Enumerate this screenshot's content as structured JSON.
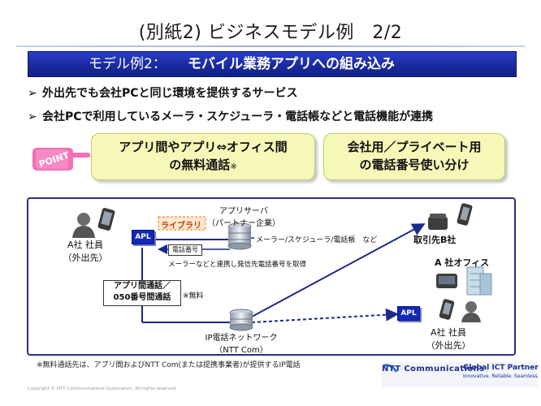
{
  "header": {
    "title": "(別紙2) ビジネスモデル例　2/2"
  },
  "banner": {
    "prefix": "モデル例2：",
    "text": "モバイル業務アプリへの組み込み"
  },
  "bullets": [
    {
      "mark": "➢",
      "text": "外出先でも会社PCと同じ環境を提供するサービス"
    },
    {
      "mark": "➢",
      "text": "会社PCで利用しているメーラ・スケジューラ・電話帳などと電話機能が連携"
    }
  ],
  "point_label": "POINT",
  "features": [
    {
      "line1": "アプリ間やアプリ⇔オフィス間",
      "line2": "の無料通話",
      "note": "※"
    },
    {
      "line1": "会社用／プライベート用",
      "line2": "の電話番号使い分け"
    }
  ],
  "diagram": {
    "company_a_user": {
      "line1": "A社 社員",
      "line2": "（外出先）"
    },
    "apl_label": "APL",
    "library_label": "ライブラリ",
    "app_server": {
      "line1": "アプリサーバ",
      "line2": "（パートナー企業）"
    },
    "server_services": "メーラー/スケジューラ/電話帳　など",
    "phone_number_tag": "電話番号",
    "integration_note": "メーラーなどと連携し発信先電話番号を取得",
    "call_box": {
      "line1": "アプリ間通話／",
      "line2": "050番号間通話"
    },
    "free_note": "※無料",
    "ip_network": {
      "line1": "IP電話ネットワーク",
      "line2": "（NTT Com）"
    },
    "client_b": "取引先B社",
    "company_a_office": "A 社オフィス",
    "company_a_user_2": {
      "line1": "A社 社員",
      "line2": "（外出先）"
    }
  },
  "footer": {
    "note": "※無料通話先は、アプリ間およびNTT Com(または提携事業者)が提供するIP電話",
    "copyright": "Copyright © NTT Communications Corporation. All rights reserved.",
    "brand": "NTT Communications",
    "tagline_1": "Global ICT Partner",
    "tagline_2": "Innovative. Reliable. Seamless."
  },
  "colors": {
    "banner": "#1a2a9e",
    "feature_bg": "#f6f8b8",
    "diagram_border": "#2a2f8a",
    "arrow": "#1a2a8a",
    "apl": "#1428b8"
  }
}
